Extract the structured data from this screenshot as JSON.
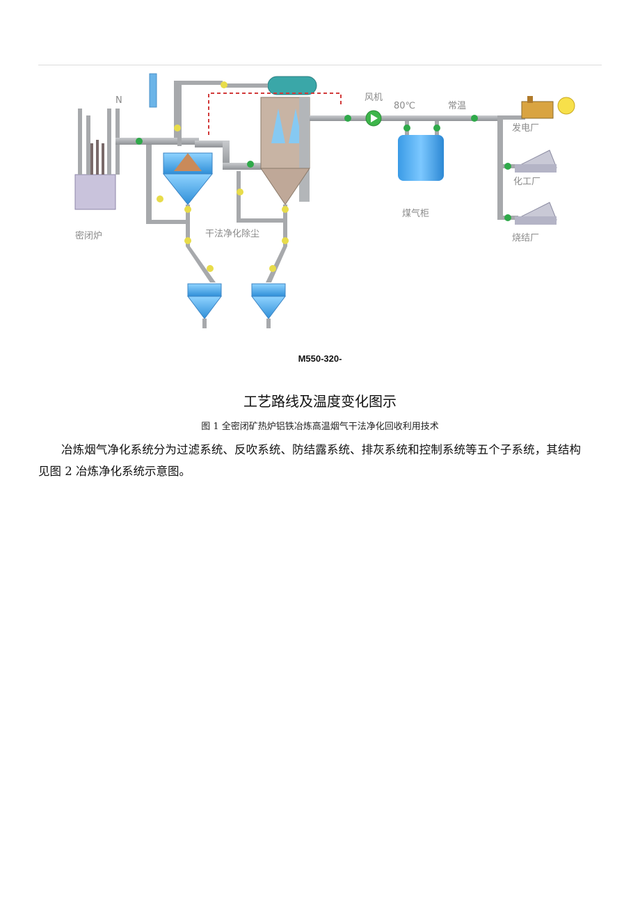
{
  "diagram": {
    "labels": {
      "furnace": "密闭炉",
      "dry_cleaning": "干法净化除尘",
      "fan": "风机",
      "temperature": "80℃",
      "normal_temp": "常温",
      "gas_holder": "煤气柜",
      "power_plant": "发电厂",
      "chemical_plant": "化工厂",
      "sintering_plant": "烧结厂",
      "nitrogen": "N"
    },
    "colors": {
      "pipe": "#a7a9ac",
      "vessel_blue": "#4aa8e6",
      "valve_green": "#2fa94a",
      "valve_yellow": "#e8dc4a",
      "fan_green": "#3db54a",
      "dust": "#c98a5a",
      "dashed_line": "#d23a3a"
    }
  },
  "code": "M550-320-",
  "title": "工艺路线及温度变化图示",
  "caption": "图 1 全密闭矿热炉铝铁冶炼高温烟气干法净化回收利用技术",
  "paragraph": "冶炼烟气净化系统分为过滤系统、反吹系统、防结露系统、排灰系统和控制系统等五个子系统，其结构见图 2 冶炼净化系统示意图。"
}
